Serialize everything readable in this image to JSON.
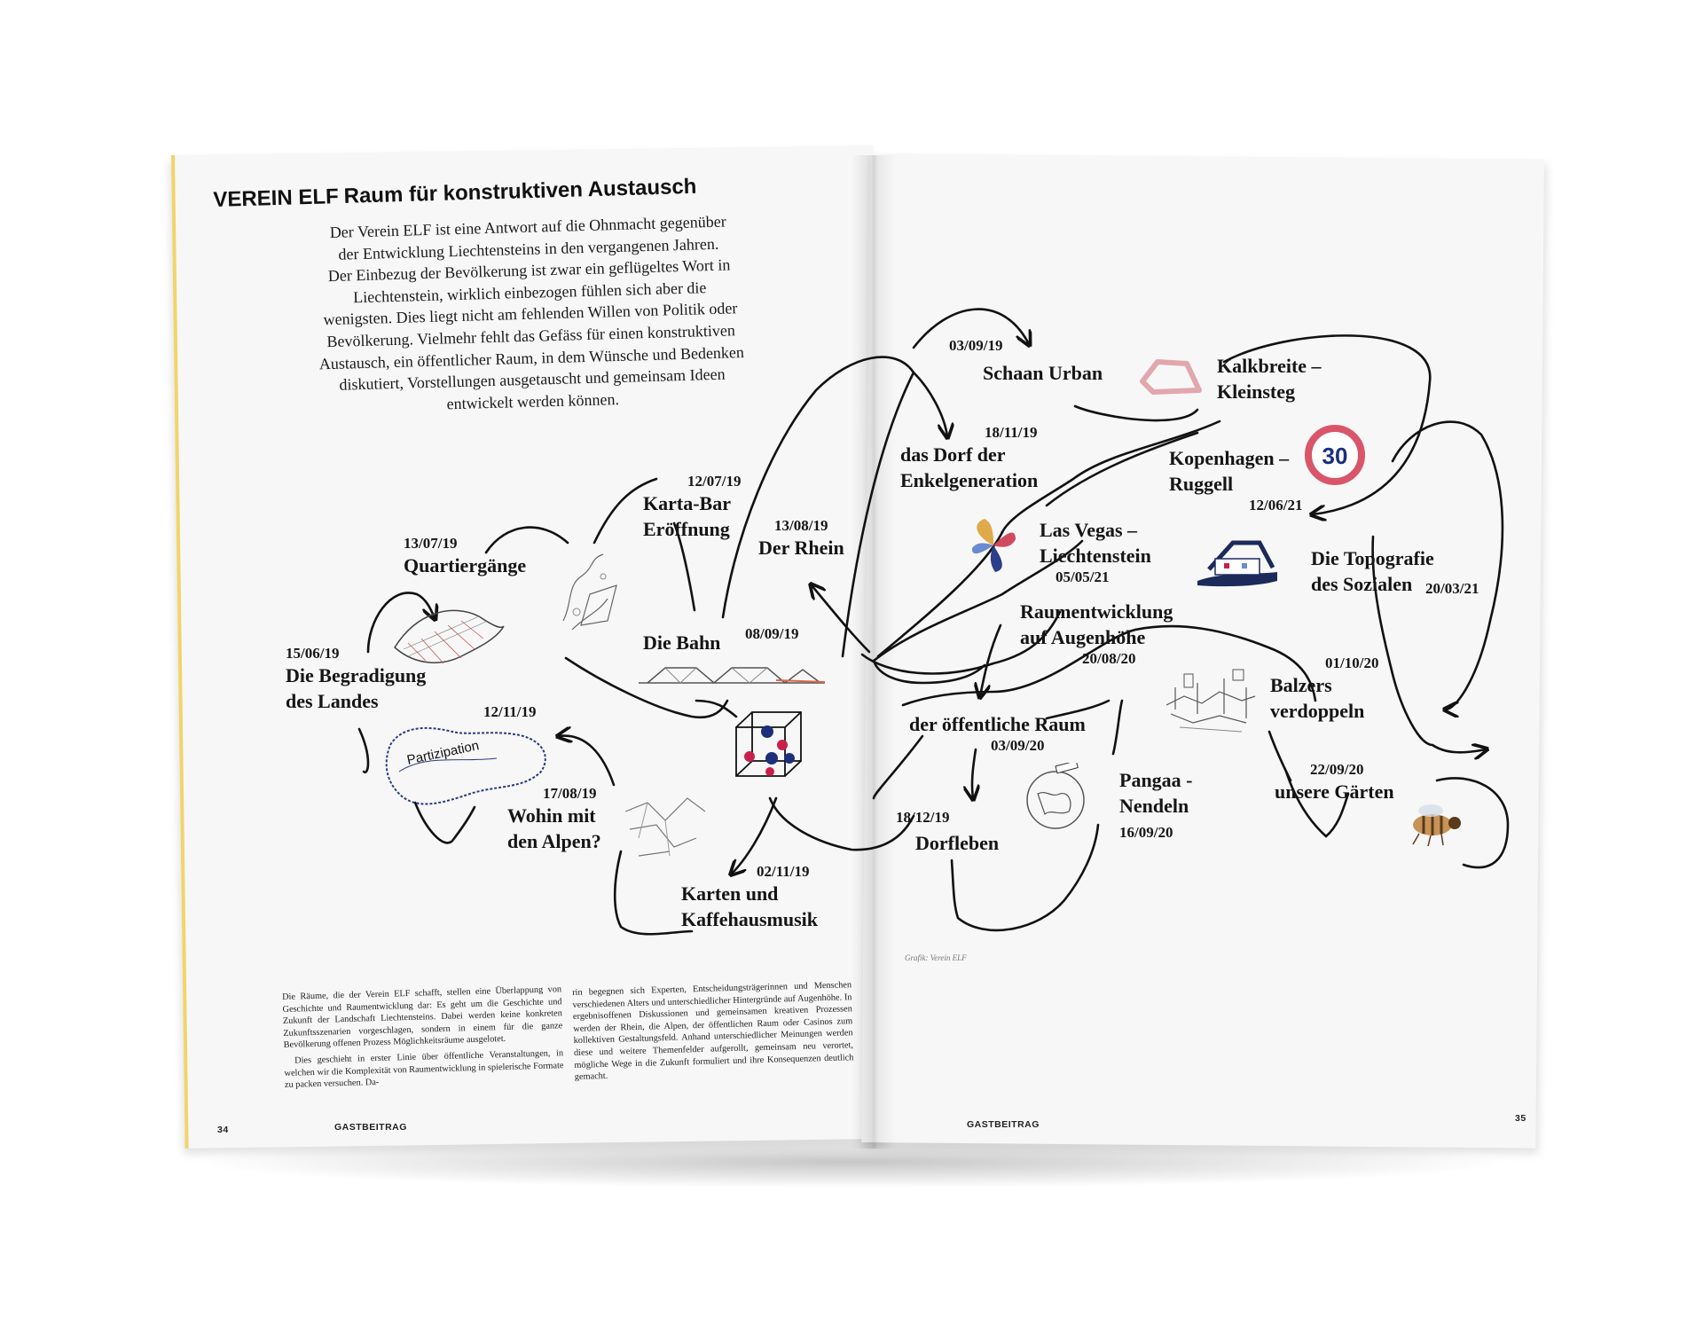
{
  "heading": {
    "org": "VEREIN ELF",
    "subtitle": "Raum für konstruktiven Austausch"
  },
  "intro": {
    "lines": [
      "Der Verein ELF ist eine Antwort auf die Ohnmacht gegenüber",
      "der Entwicklung Liechtensteins in den vergangenen Jahren.",
      "Der Einbezug der Bevölkerung ist zwar ein geflügeltes Wort in",
      "Liechtenstein, wirklich einbezogen fühlen sich aber die",
      "wenigsten. Dies liegt nicht am fehlenden Willen von Politik oder",
      "Bevölkerung. Vielmehr fehlt das Gefäss für einen konstruktiven",
      "Austausch, ein öffentlicher Raum, in dem Wünsche und Bedenken",
      "diskutiert, Vorstellungen ausgetauscht und gemeinsam Ideen",
      "entwickelt werden können."
    ]
  },
  "nodes": {
    "quartiergaenge": {
      "date": "13/07/19",
      "title": "Quartiergänge"
    },
    "kartabar": {
      "date": "12/07/19",
      "title1": "Karta-Bar",
      "title2": "Eröffnung"
    },
    "rhein": {
      "date": "13/08/19",
      "title": "Der Rhein"
    },
    "begradigung": {
      "date": "15/06/19",
      "title1": "Die Begradigung",
      "title2": "des Landes"
    },
    "bahn": {
      "title": "Die Bahn",
      "date": "08/09/19"
    },
    "partizipation_date": "12/11/19",
    "alpen": {
      "date": "17/08/19",
      "title1": "Wohin mit",
      "title2": "den Alpen?"
    },
    "karten": {
      "date": "02/11/19",
      "title1": "Karten und",
      "title2": "Kaffehausmusik"
    },
    "schaan": {
      "date": "03/09/19",
      "title": "Schaan Urban"
    },
    "kalkbreite": {
      "title1": "Kalkbreite –",
      "title2": "Kleinsteg"
    },
    "dorf": {
      "date": "18/11/19",
      "title1": "das Dorf der",
      "title2": "Enkelgeneration"
    },
    "kopenhagen": {
      "title1": "Kopenhagen –",
      "title2": "Ruggell",
      "date": "12/06/21"
    },
    "lasvegas": {
      "title1": "Las Vegas –",
      "title2": "Liechtenstein",
      "date": "05/05/21"
    },
    "topografie": {
      "title1": "Die Topografie",
      "title2": "des Sozialen",
      "date": "20/03/21"
    },
    "raumentwicklung": {
      "title1": "Raumentwicklung",
      "title2": "auf Augenhöhe",
      "date": "20/08/20"
    },
    "balzers": {
      "date": "01/10/20",
      "title1": "Balzers",
      "title2": "verdoppeln"
    },
    "oeffentlich": {
      "title": "der öffentliche Raum",
      "date": "03/09/20"
    },
    "pangaa": {
      "title1": "Pangaa -",
      "title2": "Nendeln",
      "date": "16/09/20"
    },
    "gaerten": {
      "date": "22/09/20",
      "title": "unsere Gärten"
    },
    "dorfleben": {
      "date": "18/12/19",
      "title": "Dorfleben"
    }
  },
  "illustrations": {
    "partizipation_label": "Partizipation",
    "speed_sign": "30",
    "colors": {
      "sign_red": "#d8556a",
      "cube_blue": "#1d2f7a",
      "cube_red": "#c8204a",
      "house_navy": "#1b2a5a",
      "pink_outline": "#e1a7ad"
    }
  },
  "body_text": {
    "col1": [
      "Die Räume, die der Verein ELF schafft, stellen eine Überlappung von Geschichte und Raumentwicklung dar: Es geht um die Geschichte und Zukunft der Landschaft Liechtensteins. Dabei werden keine konkreten Zukunftsszenarien vorgeschlagen, sondern in einem für die ganze Bevölkerung offenen Prozess Möglichkeitsräume ausgelotet.",
      "Dies geschieht in erster Linie über öffentliche Veranstaltungen, in welchen wir die Komplexität von Raumentwicklung in spielerische Formate zu packen versuchen. Da-"
    ],
    "col2": [
      "rin begegnen sich Experten, Entscheidungsträgerinnen und Menschen verschiedenen Alters und unterschiedlicher Hintergründe auf Augenhöhe. In ergebnisoffenen Diskussionen und gemeinsamen kreativen Prozessen werden der Rhein, die Alpen, der öffentlichen Raum oder Casinos zum kollektiven Gestaltungsfeld. Anhand unterschiedlicher Meinungen werden diese und weitere Themenfelder aufgerollt, gemeinsam neu verortet, mögliche Wege in die Zukunft formuliert und ihre Konsequenzen deutlich gemacht."
    ]
  },
  "footer": {
    "left_page": "34",
    "left_section": "GASTBEITRAG",
    "right_section": "GASTBEITRAG",
    "right_page": "35",
    "credit": "Grafik: Verein ELF"
  }
}
